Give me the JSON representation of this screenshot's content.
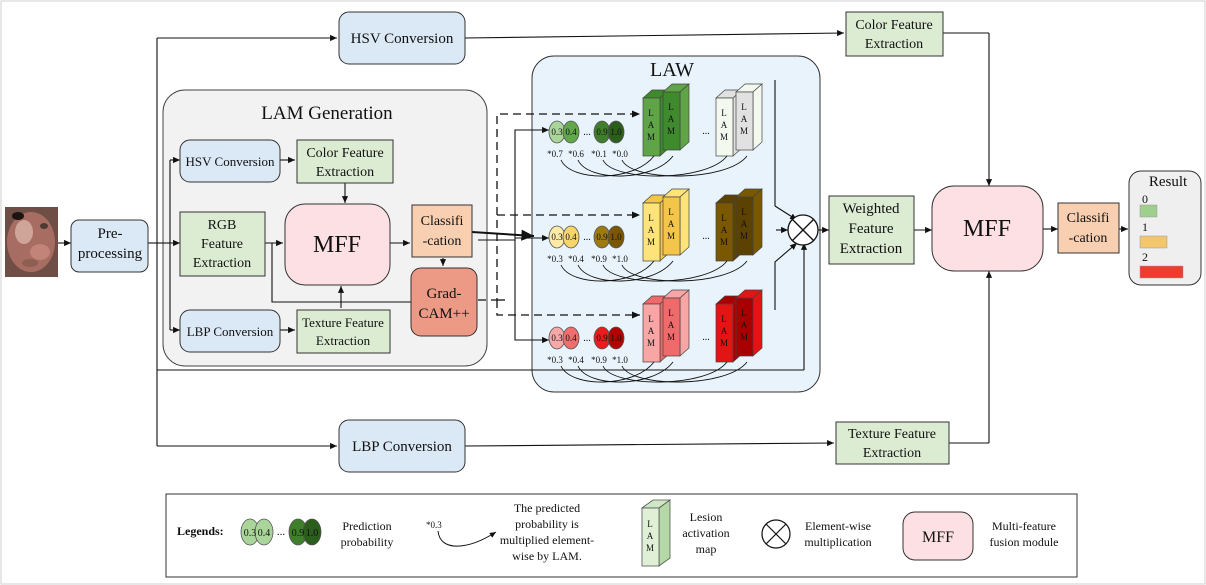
{
  "nodes": {
    "hsv_top": "HSV Conversion",
    "lbp_bottom": "LBP Conversion",
    "color_top": [
      "Color Feature",
      "Extraction"
    ],
    "texture_bottom": [
      "Texture Feature",
      "Extraction"
    ],
    "preprocessing": [
      "Pre-",
      "processing"
    ],
    "lam_generation_title": "LAM Generation",
    "hsv_inner": "HSV Conversion",
    "color_inner": [
      "Color Feature",
      "Extraction"
    ],
    "rgb_inner": [
      "RGB",
      "Feature",
      "Extraction"
    ],
    "mff_inner": "MFF",
    "classification_inner": [
      "Classifi",
      "-cation"
    ],
    "gradcam": [
      "Grad-",
      "CAM++"
    ],
    "lbp_inner": "LBP Conversion",
    "texture_inner": [
      "Texture Feature",
      "Extraction"
    ],
    "law_title": "LAW",
    "weighted": [
      "Weighted",
      "Feature",
      "Extraction"
    ],
    "mff_right": "MFF",
    "classification_right": [
      "Classifi",
      "-cation"
    ]
  },
  "result": {
    "title": "Result",
    "classes": [
      "0",
      "1",
      "2"
    ]
  },
  "law": {
    "lam_letters": [
      "L",
      "A",
      "M"
    ],
    "ellipsis": "...",
    "rows": [
      {
        "probs": [
          "0.3",
          "0.4",
          "0.9",
          "1.0"
        ],
        "mult": [
          "*0.7",
          "*0.6",
          "*0.1",
          "*0.0"
        ]
      },
      {
        "probs": [
          "0.3",
          "0.4",
          "0.9",
          "1.0"
        ],
        "mult": [
          "*0.3",
          "*0.4",
          "*0.9",
          "*1.0"
        ]
      },
      {
        "probs": [
          "0.3",
          "0.4",
          "0.9",
          "1.0"
        ],
        "mult": [
          "*0.3",
          "*0.4",
          "*0.9",
          "*1.0"
        ]
      }
    ]
  },
  "legend": {
    "title": "Legends:",
    "probs": [
      "0.3",
      "0.4",
      "0.9",
      "1.0"
    ],
    "ellipsis": "...",
    "prediction": [
      "Prediction",
      "probability"
    ],
    "mult_example": "*0.3",
    "predicted": [
      "The predicted",
      "probability is",
      "multiplied element-",
      "wise by LAM."
    ],
    "lesion": [
      "Lesion",
      "activation",
      "map"
    ],
    "elementwise": [
      "Element-wise",
      "multiplication"
    ],
    "mff_label": "MFF",
    "multi": [
      "Multi-feature",
      "fusion module"
    ]
  },
  "colors": {
    "blue_box": "#dbe8f6",
    "green_box": "#dcecd3",
    "orange_box": "#f8cfb0",
    "pink_box": "#fde0e3",
    "gradcam": "#ec9985",
    "law_bg": "#e8f3fb",
    "lam_bg": "#f2f2f2",
    "green_series": [
      "#a9d59a",
      "#62a84a",
      "#3f7f2b",
      "#2b5d1b"
    ],
    "yellow_series": [
      "#fdeaa6",
      "#f6d66b",
      "#9e7a12",
      "#7a5800"
    ],
    "red_series": [
      "#f6a7a7",
      "#f06e6e",
      "#ea1c1c",
      "#b40000"
    ],
    "result_class_colors": [
      "#9ecf8d",
      "#f3c66c",
      "#f03c2e"
    ]
  }
}
